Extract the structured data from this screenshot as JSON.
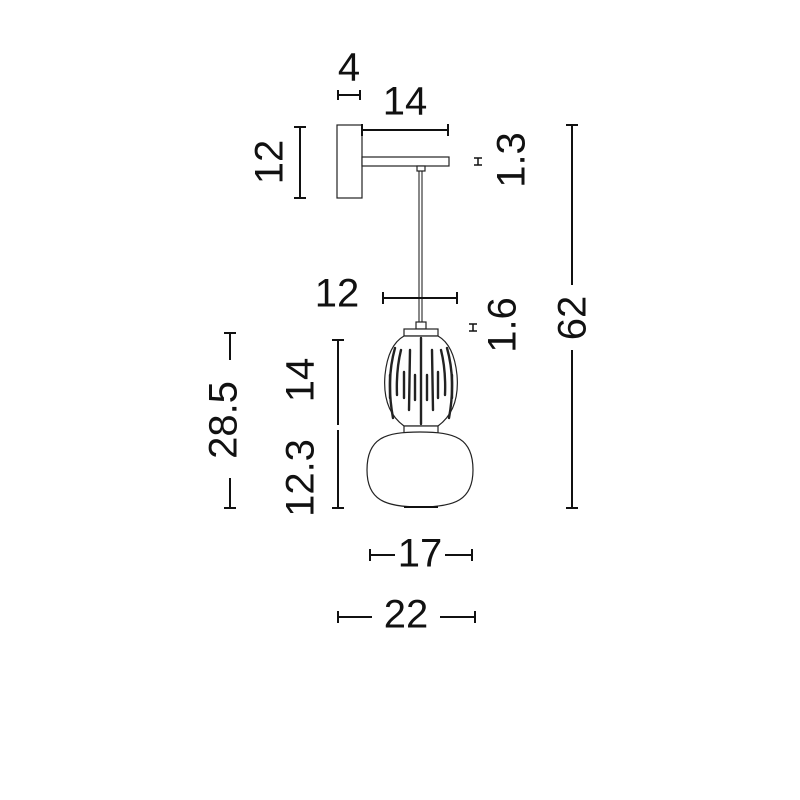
{
  "dimensions": {
    "plate_depth": "4",
    "arm_length": "14",
    "plate_height": "12",
    "arm_thickness": "1.3",
    "total_height": "62",
    "canopy_width": "12",
    "canopy_height": "1.6",
    "shade_height": "28.5",
    "cage_height": "14",
    "globe_height": "12.3",
    "cage_width": "17",
    "globe_width": "22"
  }
}
